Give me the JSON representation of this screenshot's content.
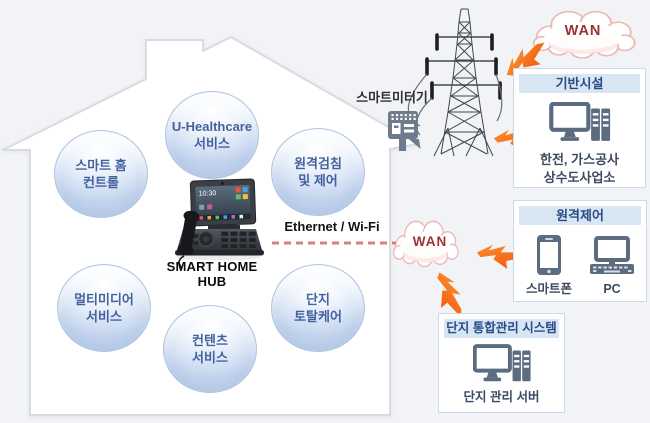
{
  "house": {
    "services": {
      "smart_home_control": {
        "line1": "스마트 홈",
        "line2": "컨트롤"
      },
      "u_healthcare": {
        "line1": "U-Healthcare",
        "line2": "서비스"
      },
      "remote_metering": {
        "line1": "원격검침",
        "line2": "및 제어"
      },
      "multimedia": {
        "line1": "멀티미디어",
        "line2": "서비스"
      },
      "content": {
        "line1": "컨텐츠",
        "line2": "서비스"
      },
      "complex_total_care": {
        "line1": "단지",
        "line2": "토탈케어"
      }
    },
    "hub_label": "SMART HOME HUB",
    "hub_screen_time": "10:30",
    "connection_label": "Ethernet / Wi-Fi"
  },
  "smart_meter_label": "스마트미터기",
  "wan_label_top": "WAN",
  "wan_label_middle": "WAN",
  "boxes": {
    "infrastructure": {
      "title": "기반시설",
      "caption_line1": "한전, 가스공사",
      "caption_line2": "상수도사업소"
    },
    "remote_control": {
      "title": "원격제어",
      "smartphone_label": "스마트폰",
      "pc_label": "PC"
    },
    "complex_management": {
      "title": "단지 통합관리 시스템",
      "caption": "단지 관리 서버"
    }
  },
  "colors": {
    "background": "#f1f3f6",
    "bolt_orange": "#f6611c",
    "cloud_stroke": "#e9b9b2",
    "wan_text": "#9c3232",
    "service_text": "#44619f",
    "box_header_bg": "#d8e6f4",
    "box_header_text": "#2a4a87",
    "icon_slate": "#5b6c80",
    "dashed_line": "#d47f7f"
  }
}
